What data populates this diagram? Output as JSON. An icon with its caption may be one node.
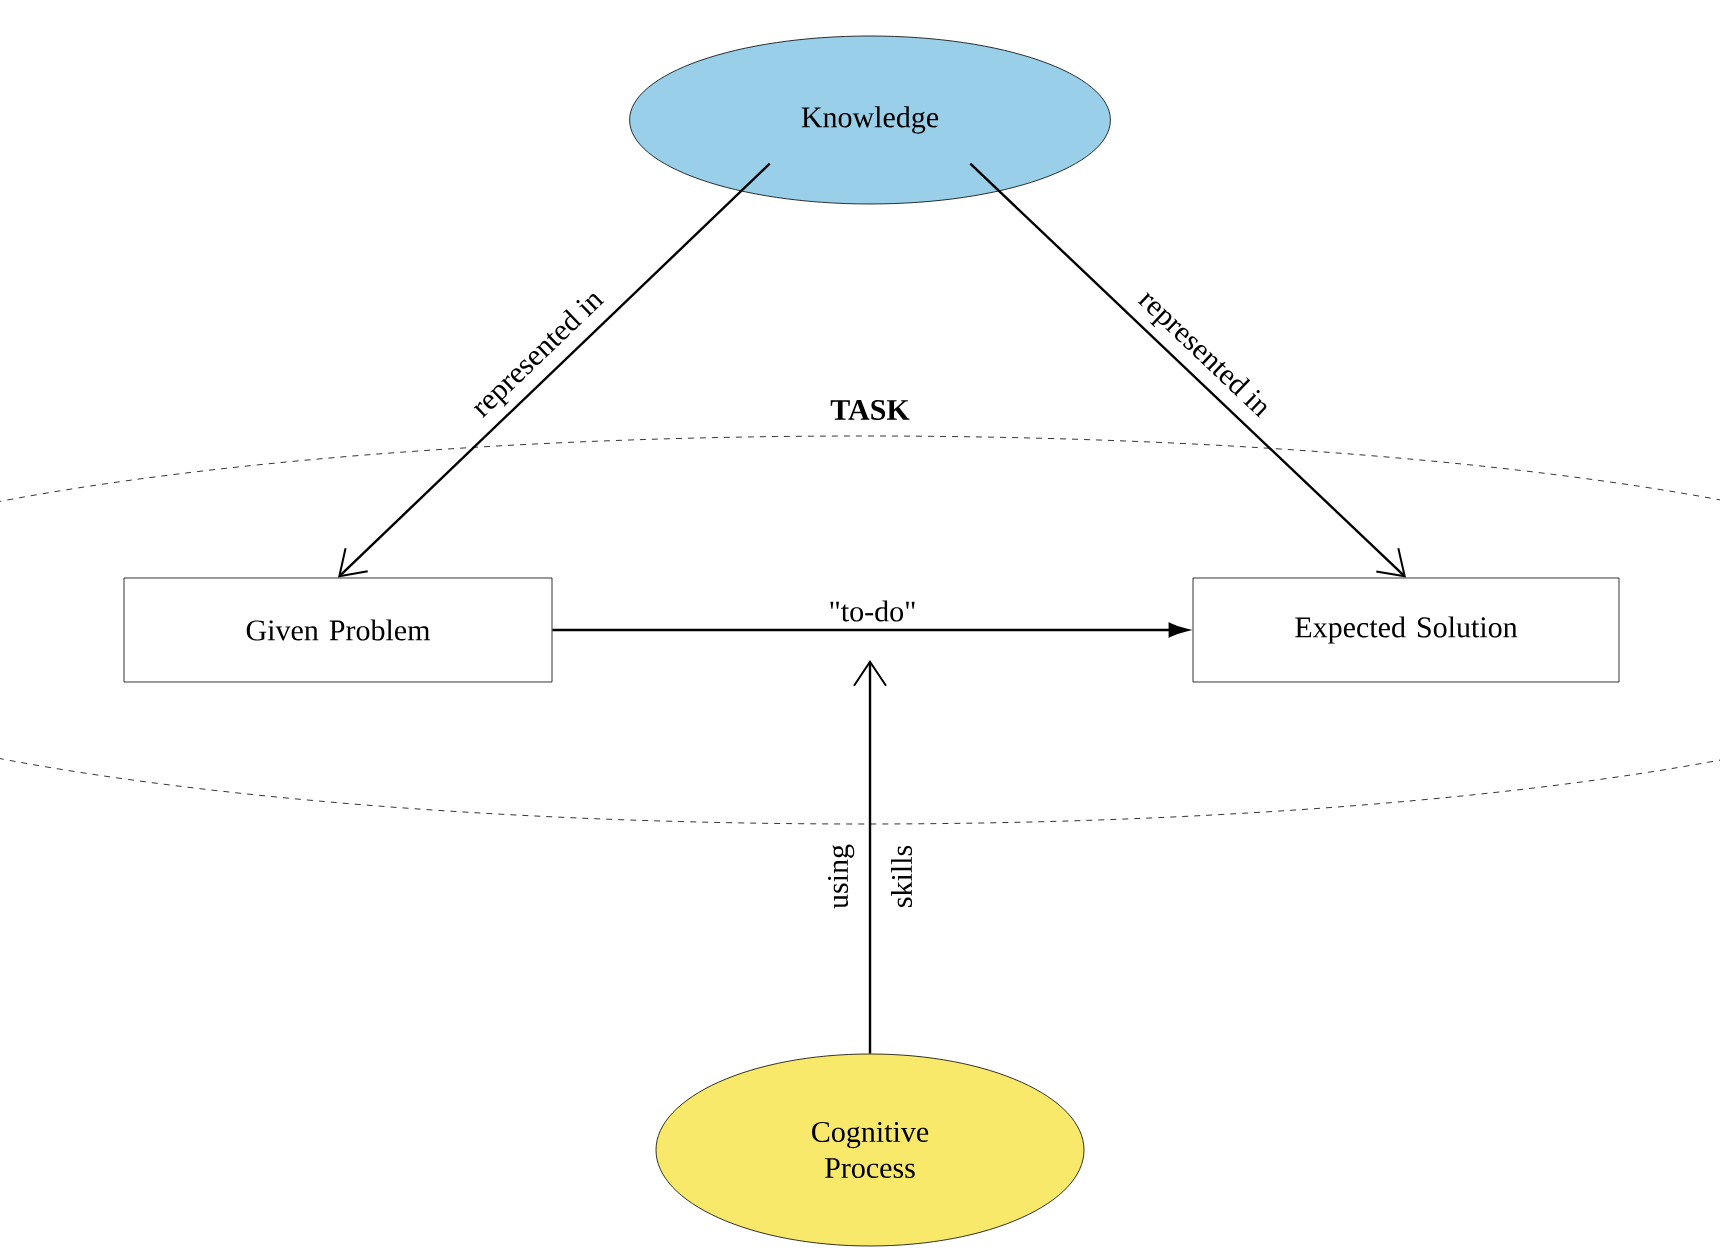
{
  "diagram": {
    "nodes": [
      {
        "text": [
          "Knowledge"
        ]
      },
      {
        "text": [
          "TASK"
        ]
      },
      {
        "text": [
          "Given Problem"
        ],
        "in": 1
      },
      {
        "text": [
          "Expected Solution"
        ],
        "in": 1
      },
      {
        "text": [
          "Cognitive Process"
        ]
      }
    ],
    "edges": [
      {
        "from": 0,
        "to": 2,
        "arrow": "to",
        "label": "represented in"
      },
      {
        "from": 0,
        "to": 3,
        "arrow": "to",
        "label": "represented in"
      },
      {
        "from": 2,
        "to": 3,
        "arrow": "to",
        "label": "\"to-do\""
      },
      {
        "from": 4,
        "to": null,
        "arrow": "to",
        "label": "using skills"
      }
    ]
  }
}
